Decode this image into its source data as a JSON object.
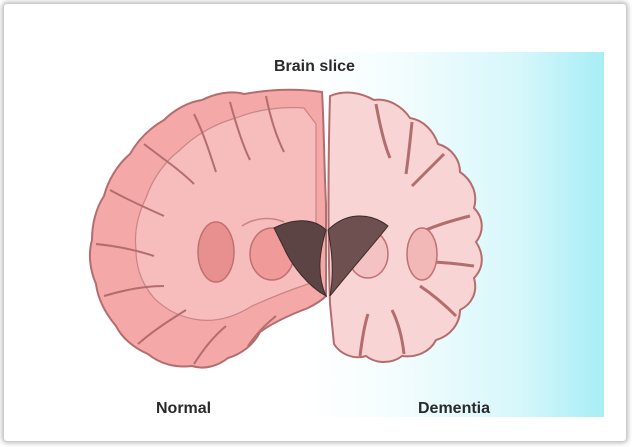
{
  "figure": {
    "title": "Brain slice",
    "left_label": "Normal",
    "right_label": "Dementia"
  },
  "colors": {
    "normal_tissue": "#f4a8a8",
    "normal_cortex": "#f7bcbc",
    "dementia_tissue": "#f8d4d4",
    "dementia_cortex": "#f9dede",
    "outline": "#b36d6d",
    "ventricle": "#4a3a3a",
    "background_gradient_end": "#a8edf6"
  }
}
